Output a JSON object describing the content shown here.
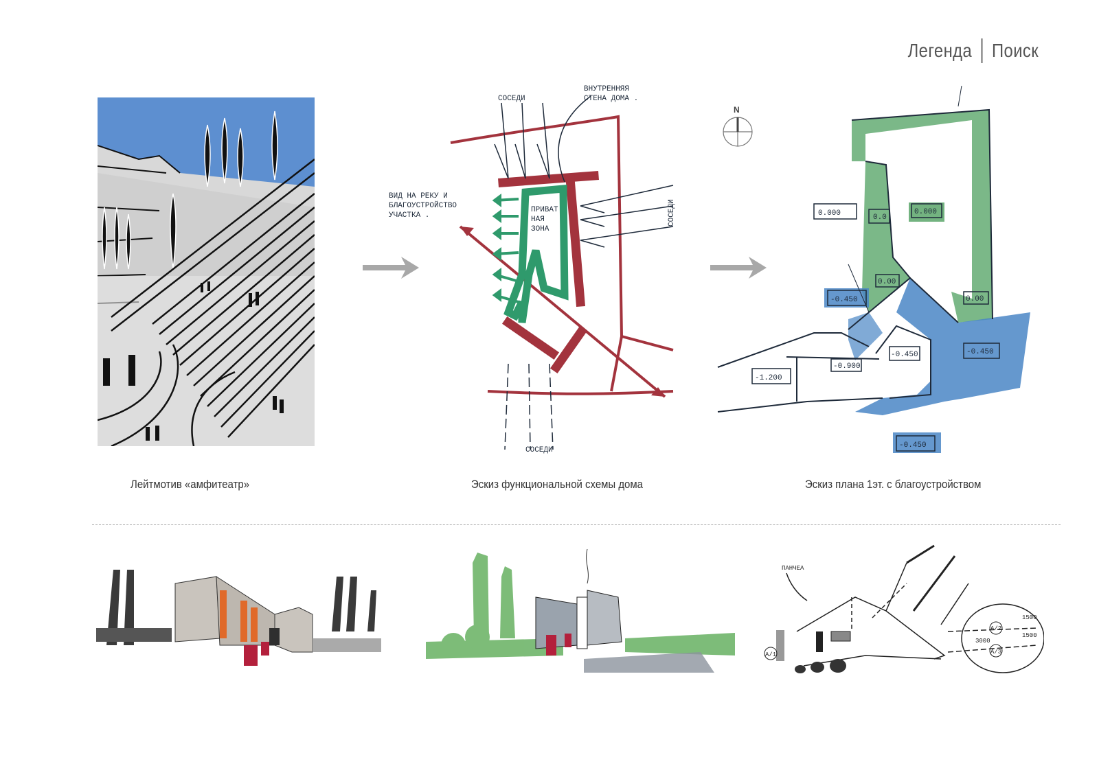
{
  "nav": {
    "items": [
      {
        "label": "Легенда"
      },
      {
        "label": "Поиск"
      }
    ]
  },
  "panels": {
    "top": [
      {
        "caption": "Лейтмотив «амфитеатр»",
        "image": "amphitheater-drawing"
      },
      {
        "caption": "Эскиз функциональной схемы дома",
        "image": "functional-scheme-sketch"
      },
      {
        "caption": "Эскиз плана 1эт. с благоустройством",
        "image": "ground-floor-plan-sketch"
      }
    ],
    "bottom": [
      {
        "image": "perspective-sketch-house-orange"
      },
      {
        "image": "perspective-sketch-house-green"
      },
      {
        "image": "plan-sketch-detail"
      }
    ]
  },
  "scheme_labels": {
    "neighbors_top": "СОСЕДИ",
    "neighbors_right": "СОСЕДИ",
    "neighbors_bottom": "СОСЕДИ",
    "inner_wall": [
      "ВНУТРЕННЯЯ",
      "СТЕНА ДОМА ."
    ],
    "view": [
      "ВИД НА РЕКУ И",
      "БЛАГОУСТРОЙСТВО",
      "УЧАСТКА ."
    ],
    "private": [
      "ПРИВАТ",
      "НАЯ",
      "ЗОНА"
    ]
  },
  "plan_labels": {
    "compass": "N",
    "levels": [
      "0.000",
      "0.0",
      "0.000",
      "0.00",
      "0.00",
      "-0.450",
      "-0.450",
      "-0.450",
      "-0.450",
      "-1.200",
      "-0.900"
    ]
  },
  "detail_labels": {
    "note": "ПАНЧЕА",
    "axes": [
      "A/1",
      "A/2",
      "A/3"
    ],
    "dims": [
      "1500",
      "3000",
      "1500"
    ]
  },
  "colors": {
    "accent_red": "#a3333d",
    "accent_green": "#2f9a6c",
    "accent_blue": "#4a86c5",
    "plan_green": "#5aa66a",
    "arrow_gray": "#a8a8a8",
    "sky_blue": "#5d8fd0"
  }
}
